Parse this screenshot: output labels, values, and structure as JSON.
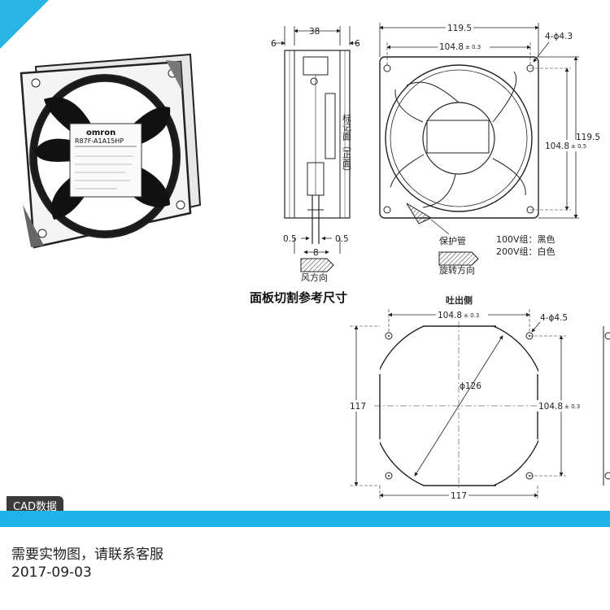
{
  "photo": {
    "brand": "omron",
    "model": "R87F-A1A15HP"
  },
  "side_view": {
    "dim_38": "38",
    "dim_6_left": "6",
    "dim_6_right": "6",
    "dim_8": "8",
    "dim_05_left": "0.5",
    "dim_05_right": "0.5",
    "label_plate": "标记面（正面）",
    "airflow": "风方向"
  },
  "front_view": {
    "dim_total": "119.5",
    "dim_hole": "104.8",
    "dim_hole_tol": "± 0.3",
    "dim_holes": "4-ϕ4.3",
    "dim_total_v": "119.5",
    "dim_hole_v": "104.8",
    "dim_hole_v_tol": "± 0.5",
    "label_tube": "保护管",
    "label_rotation": "旋转方向",
    "wire_100v": "100V组：黑色",
    "wire_200v": "200V组：白色"
  },
  "panel_cutout": {
    "title": "面板切割参考尺寸",
    "side_label": "吐出侧",
    "dim_hole": "104.8",
    "dim_hole_tol": "± 0.3",
    "dim_holes": "4-ϕ4.5",
    "dim_diameter": "ϕ126",
    "dim_117_v": "117",
    "dim_hole_v": "104.8",
    "dim_hole_v_tol": "± 0.3",
    "dim_117_h": "117"
  },
  "badge": "CAD数据",
  "footer": {
    "contact": "需要实物图，请联系客服",
    "date": "2017-09-03"
  },
  "colors": {
    "accent_blue": "#1fb3ea",
    "badge_bg": "#3b3b3b"
  }
}
